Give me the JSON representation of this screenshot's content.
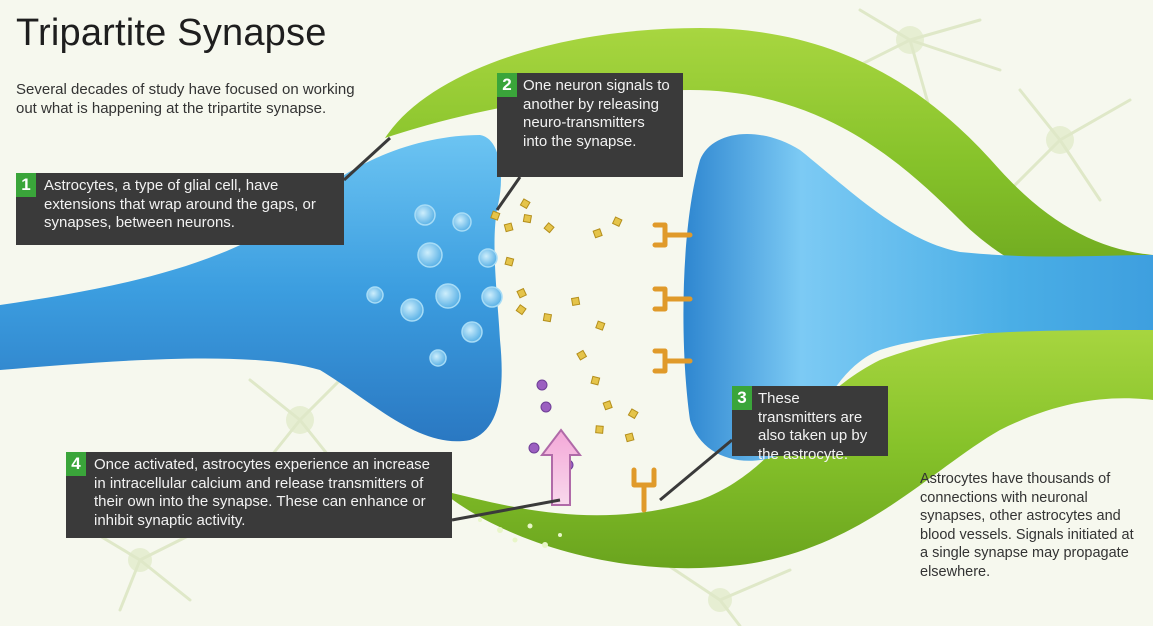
{
  "title": "Tripartite Synapse",
  "intro": "Several decades of study have focused on working out what is happening at the tripartite synapse.",
  "callouts": [
    {
      "number": "1",
      "text": "Astrocytes, a type of glial cell, have extensions that wrap around the gaps, or synapses, between neurons."
    },
    {
      "number": "2",
      "text": "One neuron signals to another by releasing neuro-transmitters into the synapse."
    },
    {
      "number": "3",
      "text": "These transmitters are also taken up by the astrocyte."
    },
    {
      "number": "4",
      "text": "Once activated, astrocytes experience an increase in intracellular calcium and release transmitters of their own into the synapse. These can enhance or inhibit synaptic activity."
    }
  ],
  "side_note": "Astrocytes have thousands of connections with neuronal synapses, other astrocytes and blood vessels. Signals initiated at a single synapse may propagate elsewhere.",
  "colors": {
    "neuron_blue": "#3c9ee0",
    "astrocyte_green": "#86c22a",
    "callout_bg": "#3a3a3a",
    "number_badge": "#3aa53a",
    "transmitter": "#e5c44a",
    "receptor": "#e09a2a",
    "astro_transmitter": "#9b5fc0"
  }
}
